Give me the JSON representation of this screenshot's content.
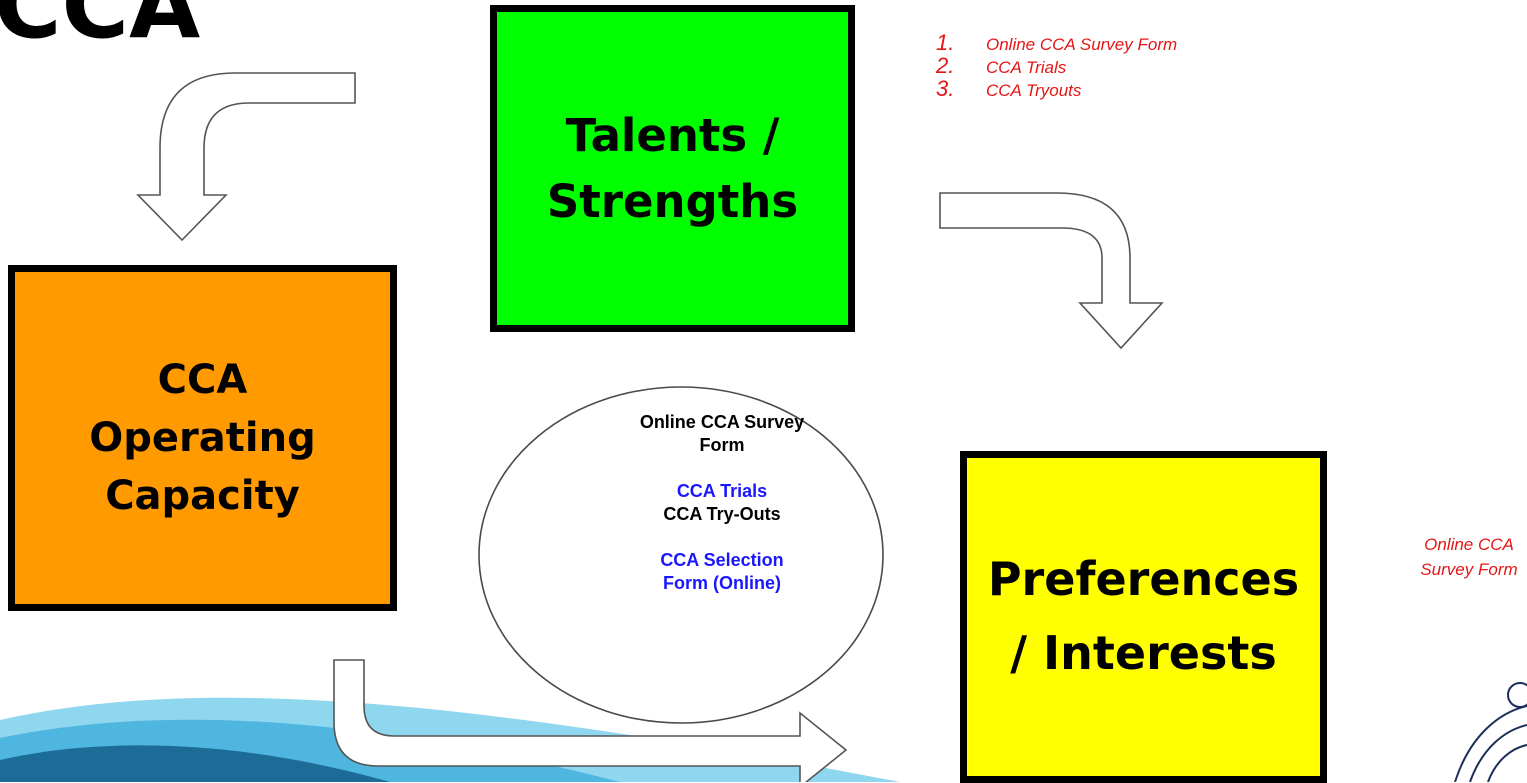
{
  "title": "CCA",
  "boxes": {
    "talents": {
      "line1": "Talents /",
      "line2": "Strengths",
      "color": "#00ff00"
    },
    "capacity": {
      "line1": "CCA",
      "line2": "Operating",
      "line3": "Capacity",
      "color": "#ff9a00"
    },
    "preferences": {
      "line1": "Preferences",
      "line2": "/ Interests",
      "color": "#ffff00"
    }
  },
  "center_ellipse": {
    "line1": "Online CCA Survey",
    "line2": "Form",
    "line3": "CCA Trials",
    "line4": "CCA Try-Outs",
    "line5": "CCA Selection",
    "line6": "Form (Online)"
  },
  "talents_list": [
    {
      "num": "1.",
      "text": "Online CCA Survey Form"
    },
    {
      "num": "2.",
      "text": "CCA Trials"
    },
    {
      "num": "3.",
      "text": "CCA Tryouts"
    }
  ],
  "preferences_note": {
    "line1": "Online CCA",
    "line2": "Survey Form"
  },
  "colors": {
    "note_red": "#e41616",
    "link_blue": "#1a17ff",
    "swoosh_blue": "#4fb6e0"
  }
}
